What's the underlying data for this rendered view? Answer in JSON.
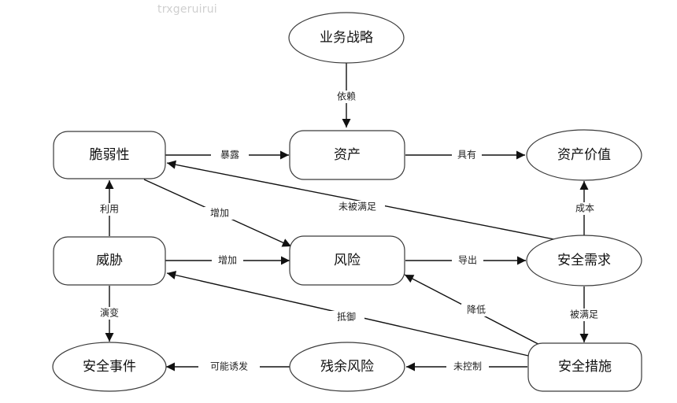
{
  "watermark": "trxgeruirui",
  "nodes": {
    "business_strategy": "业务战略",
    "vulnerability": "脆弱性",
    "asset": "资产",
    "asset_value": "资产价值",
    "threat": "威胁",
    "risk": "风险",
    "security_requirement": "安全需求",
    "security_event": "安全事件",
    "residual_risk": "残余风险",
    "security_measure": "安全措施"
  },
  "edges": {
    "depends_on": "依赖",
    "expose": "暴露",
    "have": "具有",
    "unmet": "未被满足",
    "cost": "成本",
    "exploit": "利用",
    "increase_1": "增加",
    "increase_2": "增加",
    "lead_to": "导出",
    "evolve": "演变",
    "resist": "抵御",
    "reduce": "降低",
    "satisfied": "被满足",
    "uncontrolled": "未控制",
    "may_induce": "可能诱发"
  },
  "colors": {
    "stroke": "#3a3a3a",
    "arrow": "#111111",
    "watermark": "#cfcfcf"
  }
}
